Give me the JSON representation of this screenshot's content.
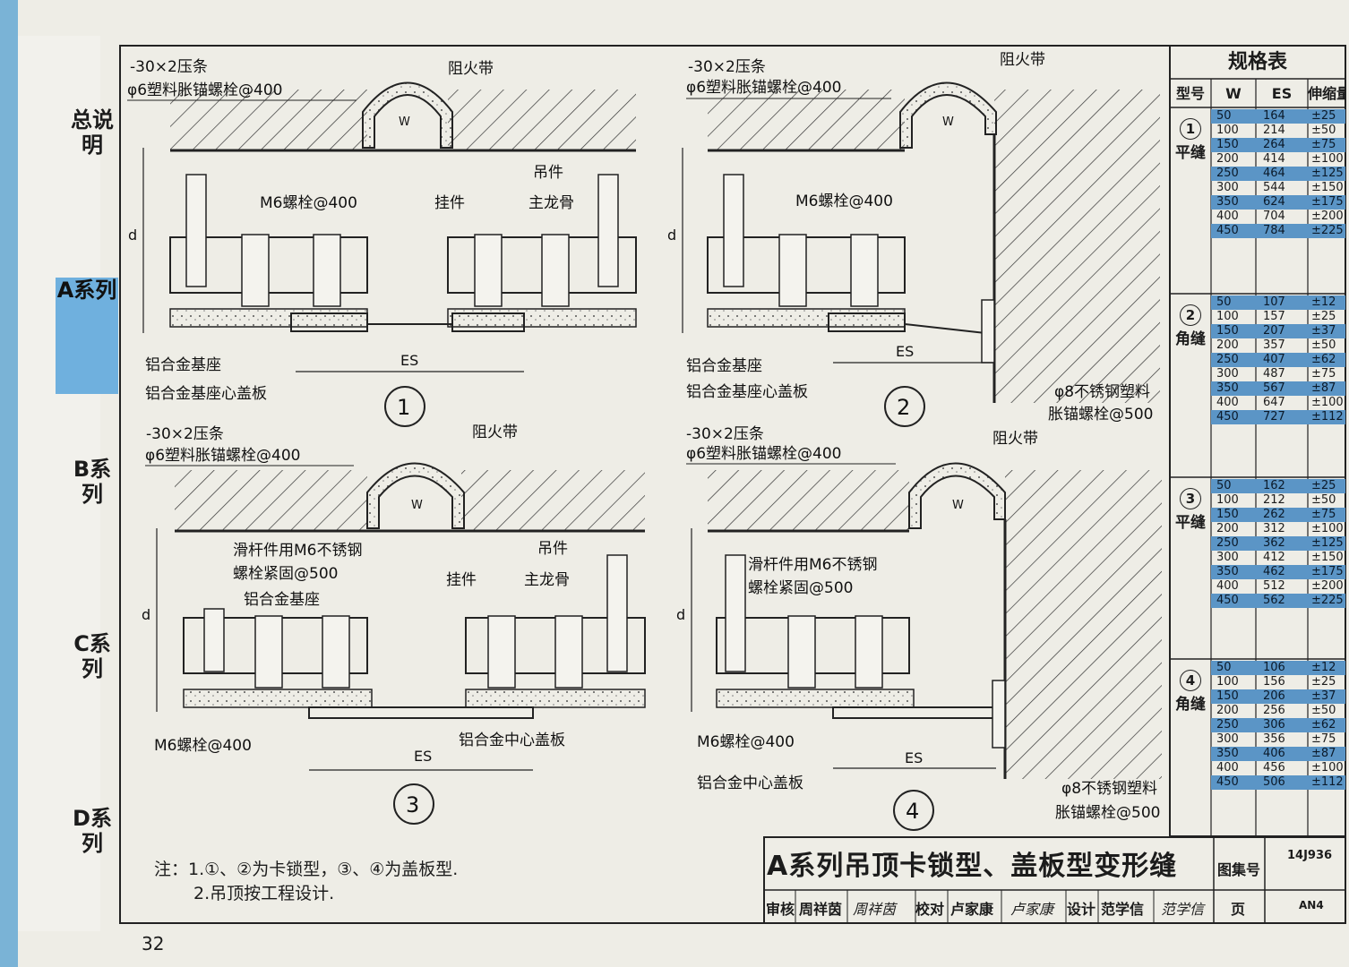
{
  "page_number": "32",
  "tabs": [
    {
      "label": "总说明",
      "active": false
    },
    {
      "label": "A系列",
      "active": true
    },
    {
      "label": "B系列",
      "active": false
    },
    {
      "label": "C系列",
      "active": false
    },
    {
      "label": "D系列",
      "active": false
    }
  ],
  "callouts": {
    "strip": "-30×2压条",
    "anchor_bolt": "φ6塑料胀锚螺栓@400",
    "fire_band": "阻火带",
    "hanger": "吊件",
    "m6_bolt": "M6螺栓@400",
    "clip": "挂件",
    "main_keel": "主龙骨",
    "base": "铝合金基座",
    "base_cover": "铝合金基座心盖板",
    "slide": "滑杆件用M6不锈钢",
    "slide2": "螺栓紧固@500",
    "center_cover": "铝合金中心盖板",
    "ss_anchor": "φ8不锈钢塑料",
    "ss_anchor2": "胀锚螺栓@500",
    "es": "ES",
    "d": "d",
    "w": "W"
  },
  "details": [
    "1",
    "2",
    "3",
    "4"
  ],
  "spec_table": {
    "title": "规格表",
    "columns": [
      "型号",
      "W",
      "ES",
      "伸缩量"
    ],
    "groups": [
      {
        "num": "1",
        "name": "平缝",
        "rows": [
          [
            "50",
            "164",
            "±25"
          ],
          [
            "100",
            "214",
            "±50"
          ],
          [
            "150",
            "264",
            "±75"
          ],
          [
            "200",
            "414",
            "±100"
          ],
          [
            "250",
            "464",
            "±125"
          ],
          [
            "300",
            "544",
            "±150"
          ],
          [
            "350",
            "624",
            "±175"
          ],
          [
            "400",
            "704",
            "±200"
          ],
          [
            "450",
            "784",
            "±225"
          ]
        ]
      },
      {
        "num": "2",
        "name": "角缝",
        "rows": [
          [
            "50",
            "107",
            "±12"
          ],
          [
            "100",
            "157",
            "±25"
          ],
          [
            "150",
            "207",
            "±37"
          ],
          [
            "200",
            "357",
            "±50"
          ],
          [
            "250",
            "407",
            "±62"
          ],
          [
            "300",
            "487",
            "±75"
          ],
          [
            "350",
            "567",
            "±87"
          ],
          [
            "400",
            "647",
            "±100"
          ],
          [
            "450",
            "727",
            "±112"
          ]
        ]
      },
      {
        "num": "3",
        "name": "平缝",
        "rows": [
          [
            "50",
            "162",
            "±25"
          ],
          [
            "100",
            "212",
            "±50"
          ],
          [
            "150",
            "262",
            "±75"
          ],
          [
            "200",
            "312",
            "±100"
          ],
          [
            "250",
            "362",
            "±125"
          ],
          [
            "300",
            "412",
            "±150"
          ],
          [
            "350",
            "462",
            "±175"
          ],
          [
            "400",
            "512",
            "±200"
          ],
          [
            "450",
            "562",
            "±225"
          ]
        ]
      },
      {
        "num": "4",
        "name": "角缝",
        "rows": [
          [
            "50",
            "106",
            "±12"
          ],
          [
            "100",
            "156",
            "±25"
          ],
          [
            "150",
            "206",
            "±37"
          ],
          [
            "200",
            "256",
            "±50"
          ],
          [
            "250",
            "306",
            "±62"
          ],
          [
            "300",
            "356",
            "±75"
          ],
          [
            "350",
            "406",
            "±87"
          ],
          [
            "400",
            "456",
            "±100"
          ],
          [
            "450",
            "506",
            "±112"
          ]
        ]
      }
    ]
  },
  "notes": [
    "注：1.①、②为卡锁型，③、④为盖板型.",
    "2.吊顶按工程设计."
  ],
  "title_block": {
    "title": "A系列吊顶卡锁型、盖板型变形缝",
    "atlas_label": "图集号",
    "atlas_no": "14J936",
    "page_label": "页",
    "page_no": "AN4",
    "review": "审核",
    "reviewer": "周祥茵",
    "reviewer_sig": "周祥茵",
    "check": "校对",
    "checker": "卢家康",
    "checker_sig": "卢家康",
    "design": "设计",
    "designer": "范学信",
    "designer_sig": "范学信"
  }
}
